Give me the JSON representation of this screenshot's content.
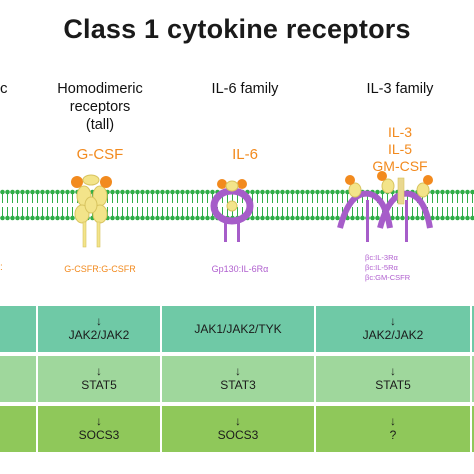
{
  "title": "Class 1 cytokine receptors",
  "left_fragment": "c",
  "left_fragment_orange": ":",
  "columns": [
    {
      "header_lines": [
        "Homodimeric",
        "receptors",
        "(tall)"
      ],
      "ligands": [
        "G-CSF"
      ],
      "receptor_label": "G-CSFR:G-CSFR"
    },
    {
      "header_lines": [
        "IL-6 family"
      ],
      "ligands": [
        "IL-6"
      ],
      "receptor_label": "Gp130:IL-6Rα"
    },
    {
      "header_lines": [
        "IL-3 family"
      ],
      "ligands": [
        "IL-3",
        "IL-5",
        "GM-CSF"
      ],
      "receptor_list": [
        "βc:IL-3Rα",
        "βc:IL-5Rα",
        "βc:GM-CSFR"
      ]
    }
  ],
  "rows": [
    {
      "cells": [
        "JAK2/JAK2",
        "JAK1/JAK2/TYK",
        "JAK2/JAK2"
      ],
      "arrow": "↓"
    },
    {
      "cells": [
        "STAT5",
        "STAT3",
        "STAT5"
      ],
      "arrow": "↓"
    },
    {
      "cells": [
        "SOCS3",
        "SOCS3",
        "?"
      ],
      "arrow": "↓"
    }
  ],
  "colors": {
    "membrane": "#2fae47",
    "ligand": "#f28a1e",
    "receptor_yellow": "#f3e48a",
    "receptor_purple": "#a65dc9",
    "row1": "#6fc9a6",
    "row2": "#9fd79c",
    "row3": "#8fc85a"
  }
}
